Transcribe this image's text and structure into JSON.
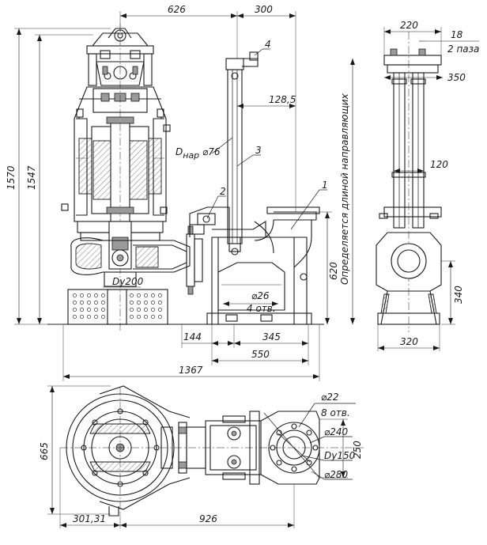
{
  "top_dimensions": {
    "d626": "626",
    "d300": "300",
    "d128_5": "128,5",
    "d220": "220",
    "d18": "18",
    "d2paza": "2 паза",
    "d350": "350"
  },
  "left_dimensions": {
    "d1570": "1570",
    "d1547": "1547"
  },
  "callouts": {
    "c1": "1",
    "c2": "2",
    "c3": "3",
    "c4": "4"
  },
  "front_view": {
    "dnar_prefix": "D",
    "dnar_sub": "нар",
    "dnar_value": " ⌀76",
    "dy200": "Dy200",
    "d26": "⌀26",
    "d4otv": "4 отв.",
    "d620": "620"
  },
  "side_view": {
    "d120": "120",
    "d340": "340",
    "d320": "320",
    "note": "Определяется длиной направляющих"
  },
  "bottom_dimensions": {
    "d144": "144",
    "d345": "345",
    "d550": "550",
    "d1367": "1367"
  },
  "plan_view": {
    "d22": "⌀22",
    "d8otv": "8 отв.",
    "d240": "⌀240",
    "d250": "250",
    "dy150": "Dy150",
    "d280": "⌀280",
    "d665": "665",
    "d301_31": "301,31",
    "d926": "926"
  }
}
